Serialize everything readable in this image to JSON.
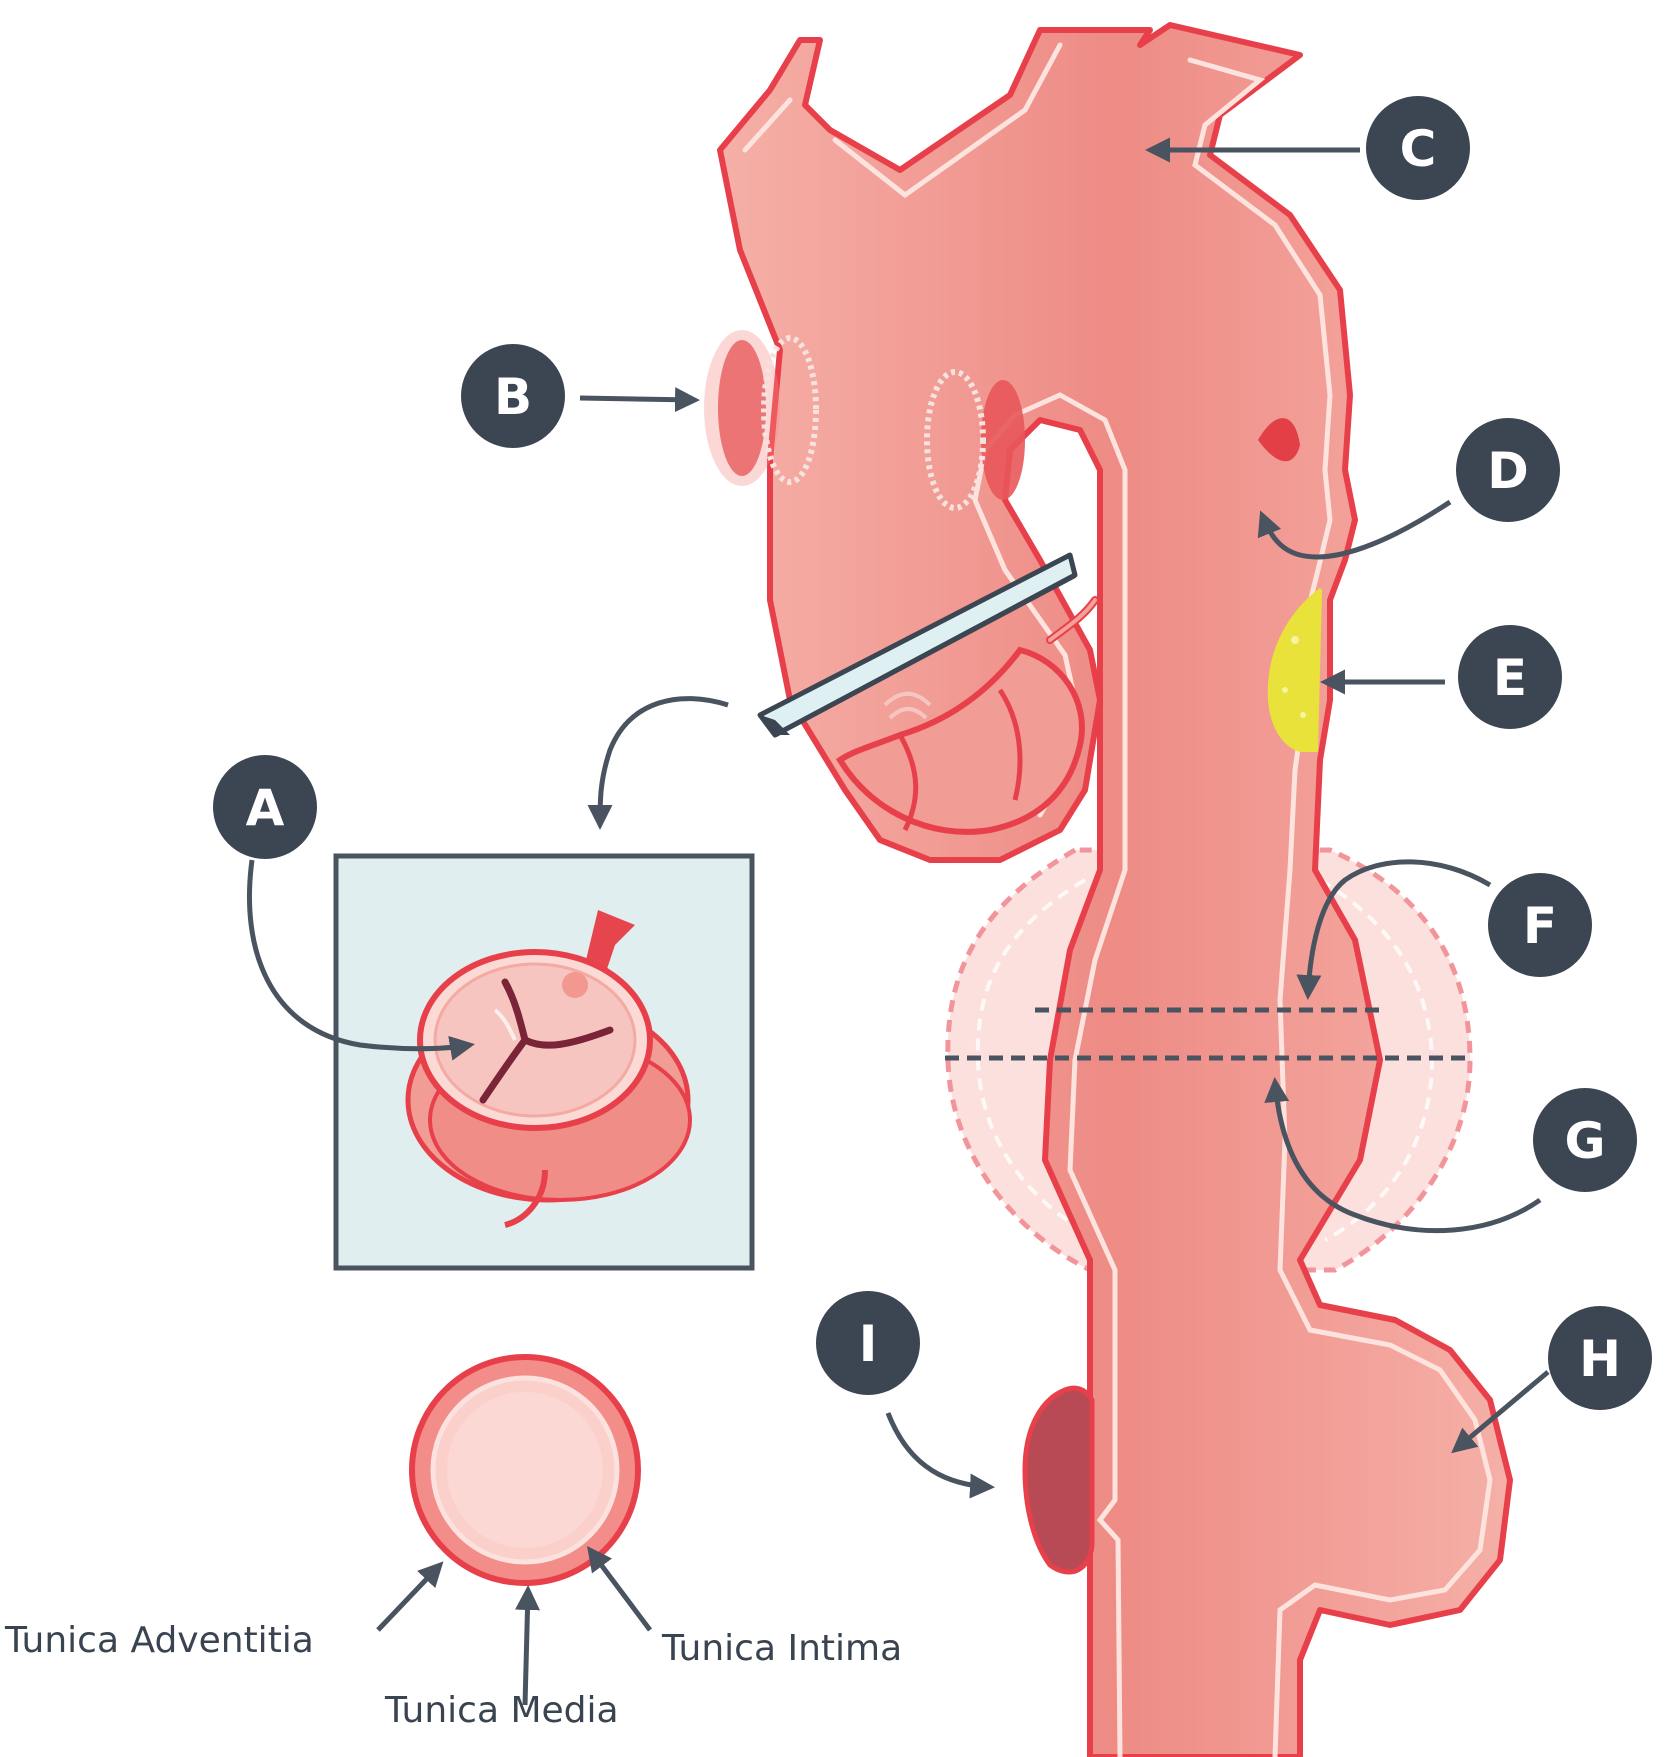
{
  "markers": {
    "a": "A",
    "b": "B",
    "c": "C",
    "d": "D",
    "e": "E",
    "f": "F",
    "g": "G",
    "h": "H",
    "i": "I"
  },
  "layers": {
    "adventitia": "Tunica Adventitia",
    "media": "Tunica Media",
    "intima": "Tunica Intima"
  },
  "colors": {
    "vessel_fill": "#f2a39a",
    "vessel_dark": "#ee8a83",
    "outline": "#e8404a",
    "intima_line": "#fde3de",
    "badge": "#3c4552",
    "arrow": "#4a5360",
    "inset_bg": "#e1eef0",
    "plaque_yellow": "#e8e23a"
  }
}
